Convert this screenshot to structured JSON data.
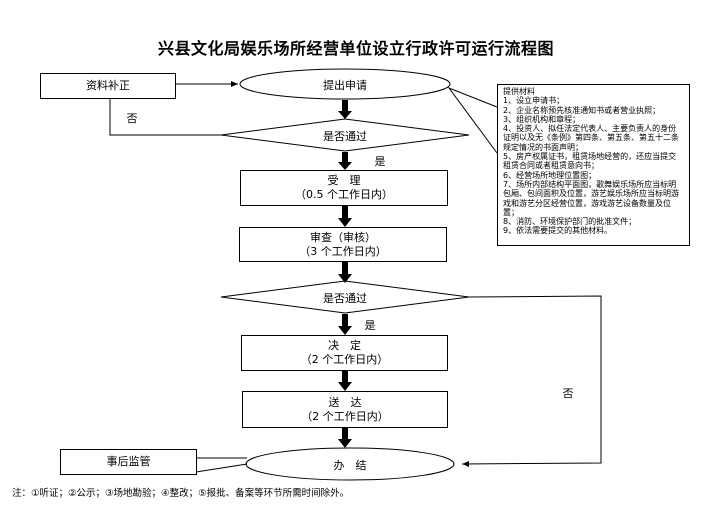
{
  "title": "兴县文化局娱乐场所经营单位设立行政许可运行流程图",
  "nodes": {
    "apply": "提出申请",
    "supplement": "资料补正",
    "check1": "是否通过",
    "accept": {
      "name": "受　理",
      "time": "（0.5 个工作日内）"
    },
    "review": {
      "name": "审查（审核）",
      "time": "（3 个工作日内）"
    },
    "check2": "是否通过",
    "decide": {
      "name": "决　定",
      "time": "（2 个工作日内）"
    },
    "deliver": {
      "name": "送　达",
      "time": "（2 个工作日内）"
    },
    "finish": "办　结",
    "supervise": "事后监管"
  },
  "edge_labels": {
    "no1": "否",
    "yes1": "是",
    "yes2": "是",
    "no2": "否"
  },
  "materials": {
    "heading": "提供材料",
    "items": [
      "1、设立申请书；",
      "2、企业名称预先核准通知书或者营业执照；",
      "3、组织机构和章程；",
      "4、投资人、拟任法定代表人、主要负责人的身份证明以及无《条例》第四条、第五条、第五十二条规定情况的书面声明；",
      "5、房产权属证书，租赁场地经营的，还应当提交租赁合同或者租赁意向书；",
      "6、经营场所地理位置图；",
      "7、场所内部结构平面图，歌舞娱乐场所应当标明包厢、包间面积及位置，游艺娱乐场所应当标明游戏和游艺分区经营位置，游戏游艺设备数量及位置；",
      "8、消防、环境保护部门的批准文件；",
      "9、依法需要提交的其他材料。"
    ]
  },
  "note": "注：①听证；②公示；③场地勘验；④整改；⑤报批、备案等环节所需时间除外。"
}
